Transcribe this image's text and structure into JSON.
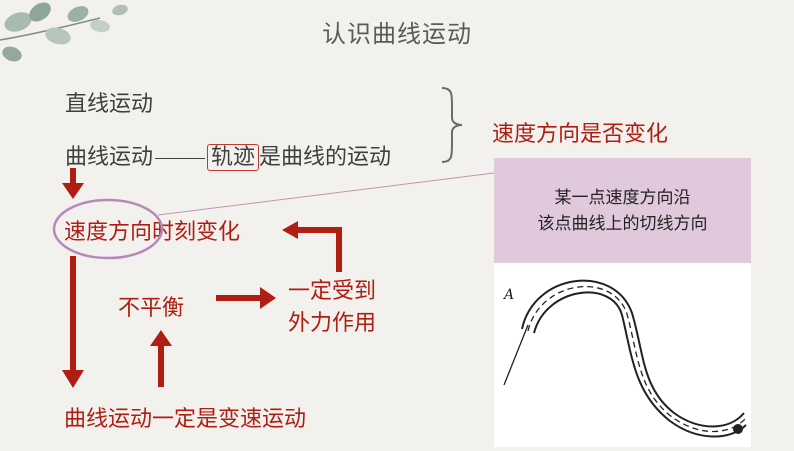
{
  "slide": {
    "title": "认识曲线运动",
    "straight": "直线运动",
    "curve_prefix": "曲线运动",
    "curve_highlight": "轨迹",
    "curve_suffix": "是曲线的运动",
    "question": "速度方向是否变化",
    "tip_line1": "某一点速度方向沿",
    "tip_line2": "该点曲线上的切线方向",
    "velocity_change": "速度方向时刻变化",
    "unbalanced": "不平衡",
    "force_line1": "一定受到",
    "force_line2": "外力作用",
    "conclusion": "曲线运动一定是变速运动",
    "point_label": "A"
  },
  "colors": {
    "red": "#b01d12",
    "gray_text": "#3f3f3f",
    "tip_bg": "#e0c9dc"
  }
}
